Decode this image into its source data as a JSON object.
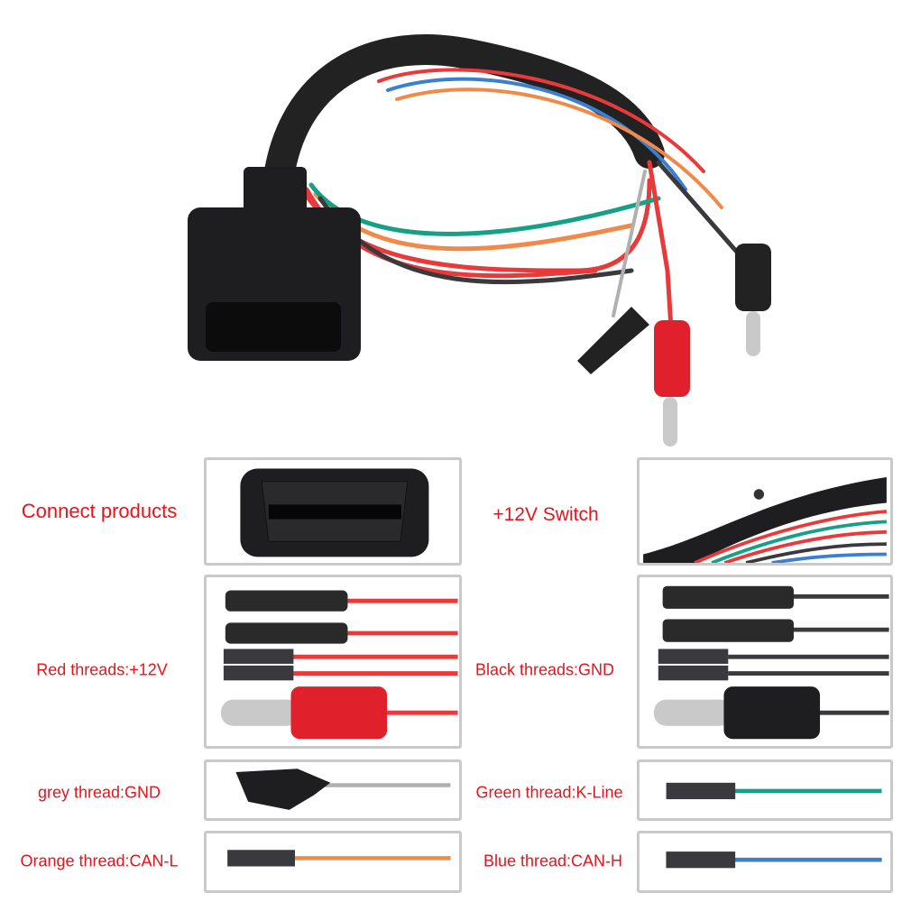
{
  "product_photo": {
    "icon": "obd2-cable-harness-photo"
  },
  "labels": {
    "connect_products": "Connect products",
    "switch_12v": "+12V Switch",
    "red_threads": "Red threads:+12V",
    "black_threads": "Black threads:GND",
    "grey_thread": "grey thread:GND",
    "green_thread": "Green thread:K-Line",
    "orange_thread": "Orange thread:CAN-L",
    "blue_thread": "Blue thread:CAN-H"
  },
  "colors": {
    "label": "#e8141c",
    "red_wire": "#e83a3a",
    "black_wire": "#3a3a3e",
    "grey_wire": "#b0b0b0",
    "green_wire": "#16a085",
    "orange_wire": "#f08a4b",
    "blue_wire": "#3a7fd0"
  }
}
